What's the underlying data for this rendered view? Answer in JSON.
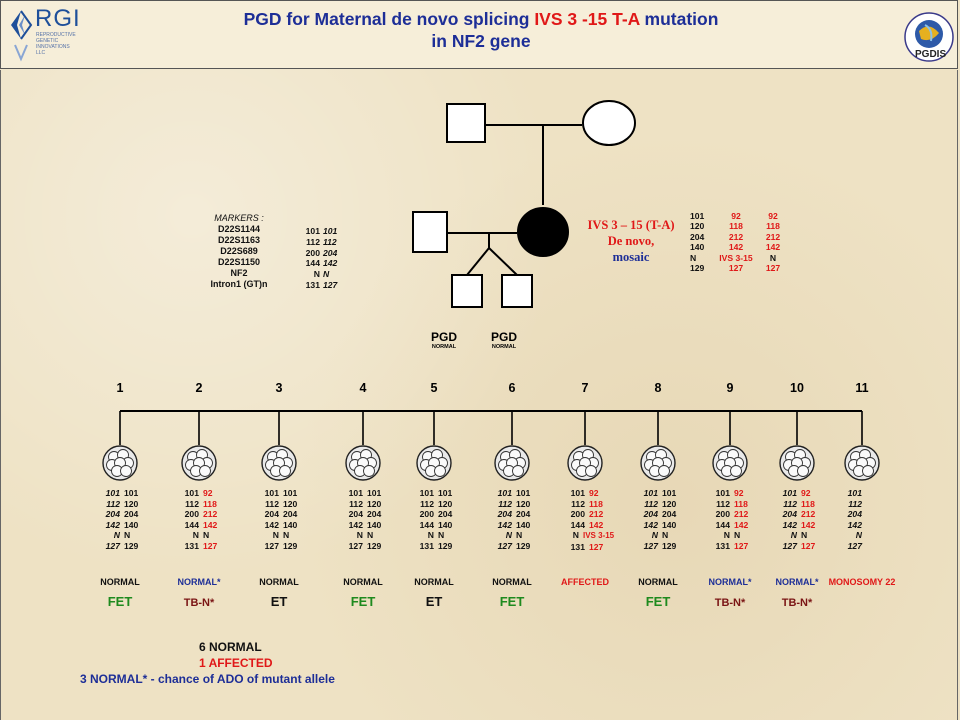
{
  "header": {
    "title_line1_a": "PGD for Maternal de novo splicing ",
    "title_line1_b": "IVS 3 -15 T-A",
    "title_line1_c": "  mutation",
    "title_line2": "in NF2 gene",
    "logo_left_text": "RGI",
    "logo_left_sub": [
      "REPRODUCTIVE",
      "GENETIC",
      "INNOVATIONS",
      "LLC"
    ],
    "logo_right_text": "PGDIS"
  },
  "markers": {
    "heading": "MARKERS :",
    "names": [
      "D22S1144",
      "D22S1163",
      "D22S689",
      "D22S1150",
      "NF2",
      "Intron1 (GT)n"
    ]
  },
  "father_alleles": [
    [
      "101",
      "101"
    ],
    [
      "112",
      "112"
    ],
    [
      "200",
      "204"
    ],
    [
      "144",
      "142"
    ],
    [
      "N",
      "N"
    ],
    [
      "131",
      "127"
    ]
  ],
  "mother_label": {
    "line1": "IVS 3 – 15 (T-A)",
    "line2": "De novo,",
    "line3": "mosaic"
  },
  "mother_alleles": [
    [
      "101",
      "92",
      "92"
    ],
    [
      "120",
      "118",
      "118"
    ],
    [
      "204",
      "212",
      "212"
    ],
    [
      "140",
      "142",
      "142"
    ],
    [
      "N",
      "IVS 3-15",
      "N"
    ],
    [
      "129",
      "127",
      "127"
    ]
  ],
  "children": [
    {
      "label": "PGD",
      "sub": "NORMAL"
    },
    {
      "label": "PGD",
      "sub": "NORMAL"
    }
  ],
  "embryos": [
    {
      "num": "1",
      "a": [
        "101",
        "112",
        "204",
        "N",
        "127"
      ],
      "ai": true,
      "b": [
        "101",
        "120",
        "204",
        "N",
        "129"
      ],
      "extra": [
        "142",
        "140"
      ],
      "status": "NORMAL",
      "status_color": "dark",
      "transfer": "FET",
      "transfer_color": "green"
    },
    {
      "num": "2",
      "a": [
        "101",
        "112",
        "200",
        "144",
        "N",
        "131"
      ],
      "b": [
        "92",
        "118",
        "212",
        "142",
        "N",
        "127"
      ],
      "status": "NORMAL*",
      "status_color": "blue",
      "transfer": "TB-N*",
      "transfer_color": "maroon"
    },
    {
      "num": "3",
      "a": [
        "101",
        "112",
        "204",
        "142",
        "N",
        "127"
      ],
      "b": [
        "101",
        "120",
        "204",
        "140",
        "N",
        "129"
      ],
      "status": "NORMAL",
      "status_color": "dark",
      "transfer": "ET",
      "transfer_color": "dark"
    },
    {
      "num": "4",
      "a": [
        "101",
        "112",
        "204",
        "142",
        "N",
        "127"
      ],
      "b": [
        "101",
        "120",
        "204",
        "140",
        "N",
        "129"
      ],
      "status": "NORMAL",
      "status_color": "dark",
      "transfer": "FET",
      "transfer_color": "green"
    },
    {
      "num": "5",
      "a": [
        "101",
        "112",
        "200",
        "144",
        "N",
        "131"
      ],
      "b": [
        "101",
        "120",
        "204",
        "140",
        "N",
        "129"
      ],
      "status": "NORMAL",
      "status_color": "dark",
      "transfer": "ET",
      "transfer_color": "dark"
    },
    {
      "num": "6",
      "a": [
        "101",
        "112",
        "204",
        "142",
        "N",
        "127"
      ],
      "b": [
        "101",
        "120",
        "204",
        "140",
        "N",
        "129"
      ],
      "status": "NORMAL",
      "status_color": "dark",
      "transfer": "FET",
      "transfer_color": "green"
    },
    {
      "num": "7",
      "a": [
        "101",
        "112",
        "200",
        "144",
        "N",
        "131"
      ],
      "b": [
        "92",
        "118",
        "212",
        "142",
        "IVS 3-15",
        "127"
      ],
      "status": "AFFECTED",
      "status_color": "red",
      "transfer": "",
      "transfer_color": "dark"
    },
    {
      "num": "8",
      "a": [
        "101",
        "112",
        "204",
        "142",
        "N",
        "127"
      ],
      "b": [
        "101",
        "120",
        "204",
        "140",
        "N",
        "129"
      ],
      "status": "NORMAL",
      "status_color": "dark",
      "transfer": "FET",
      "transfer_color": "green"
    },
    {
      "num": "9",
      "a": [
        "101",
        "112",
        "200",
        "144",
        "N",
        "131"
      ],
      "b": [
        "92",
        "118",
        "212",
        "142",
        "N",
        "127"
      ],
      "status": "NORMAL*",
      "status_color": "blue",
      "transfer": "TB-N*",
      "transfer_color": "maroon"
    },
    {
      "num": "10",
      "a": [
        "101",
        "112",
        "204",
        "142",
        "N",
        "127"
      ],
      "b": [
        "92",
        "118",
        "212",
        "142",
        "N",
        "127"
      ],
      "status": "NORMAL*",
      "status_color": "blue",
      "transfer": "TB-N*",
      "transfer_color": "maroon"
    },
    {
      "num": "11",
      "a": [
        "101",
        "112",
        "204",
        "142",
        "N",
        "127"
      ],
      "b": [],
      "status": "MONOSOMY 22",
      "status_color": "red",
      "transfer": "",
      "transfer_color": "dark"
    }
  ],
  "summary": {
    "line1": "6  NORMAL",
    "line2": "1  AFFECTED",
    "line3": "3 NORMAL* -  chance of ADO of mutant allele"
  },
  "colors": {
    "title": "#1d2e97",
    "red": "#e01818",
    "green": "#1e8a1e",
    "maroon": "#7a1414",
    "affected_fill": "#000000"
  }
}
